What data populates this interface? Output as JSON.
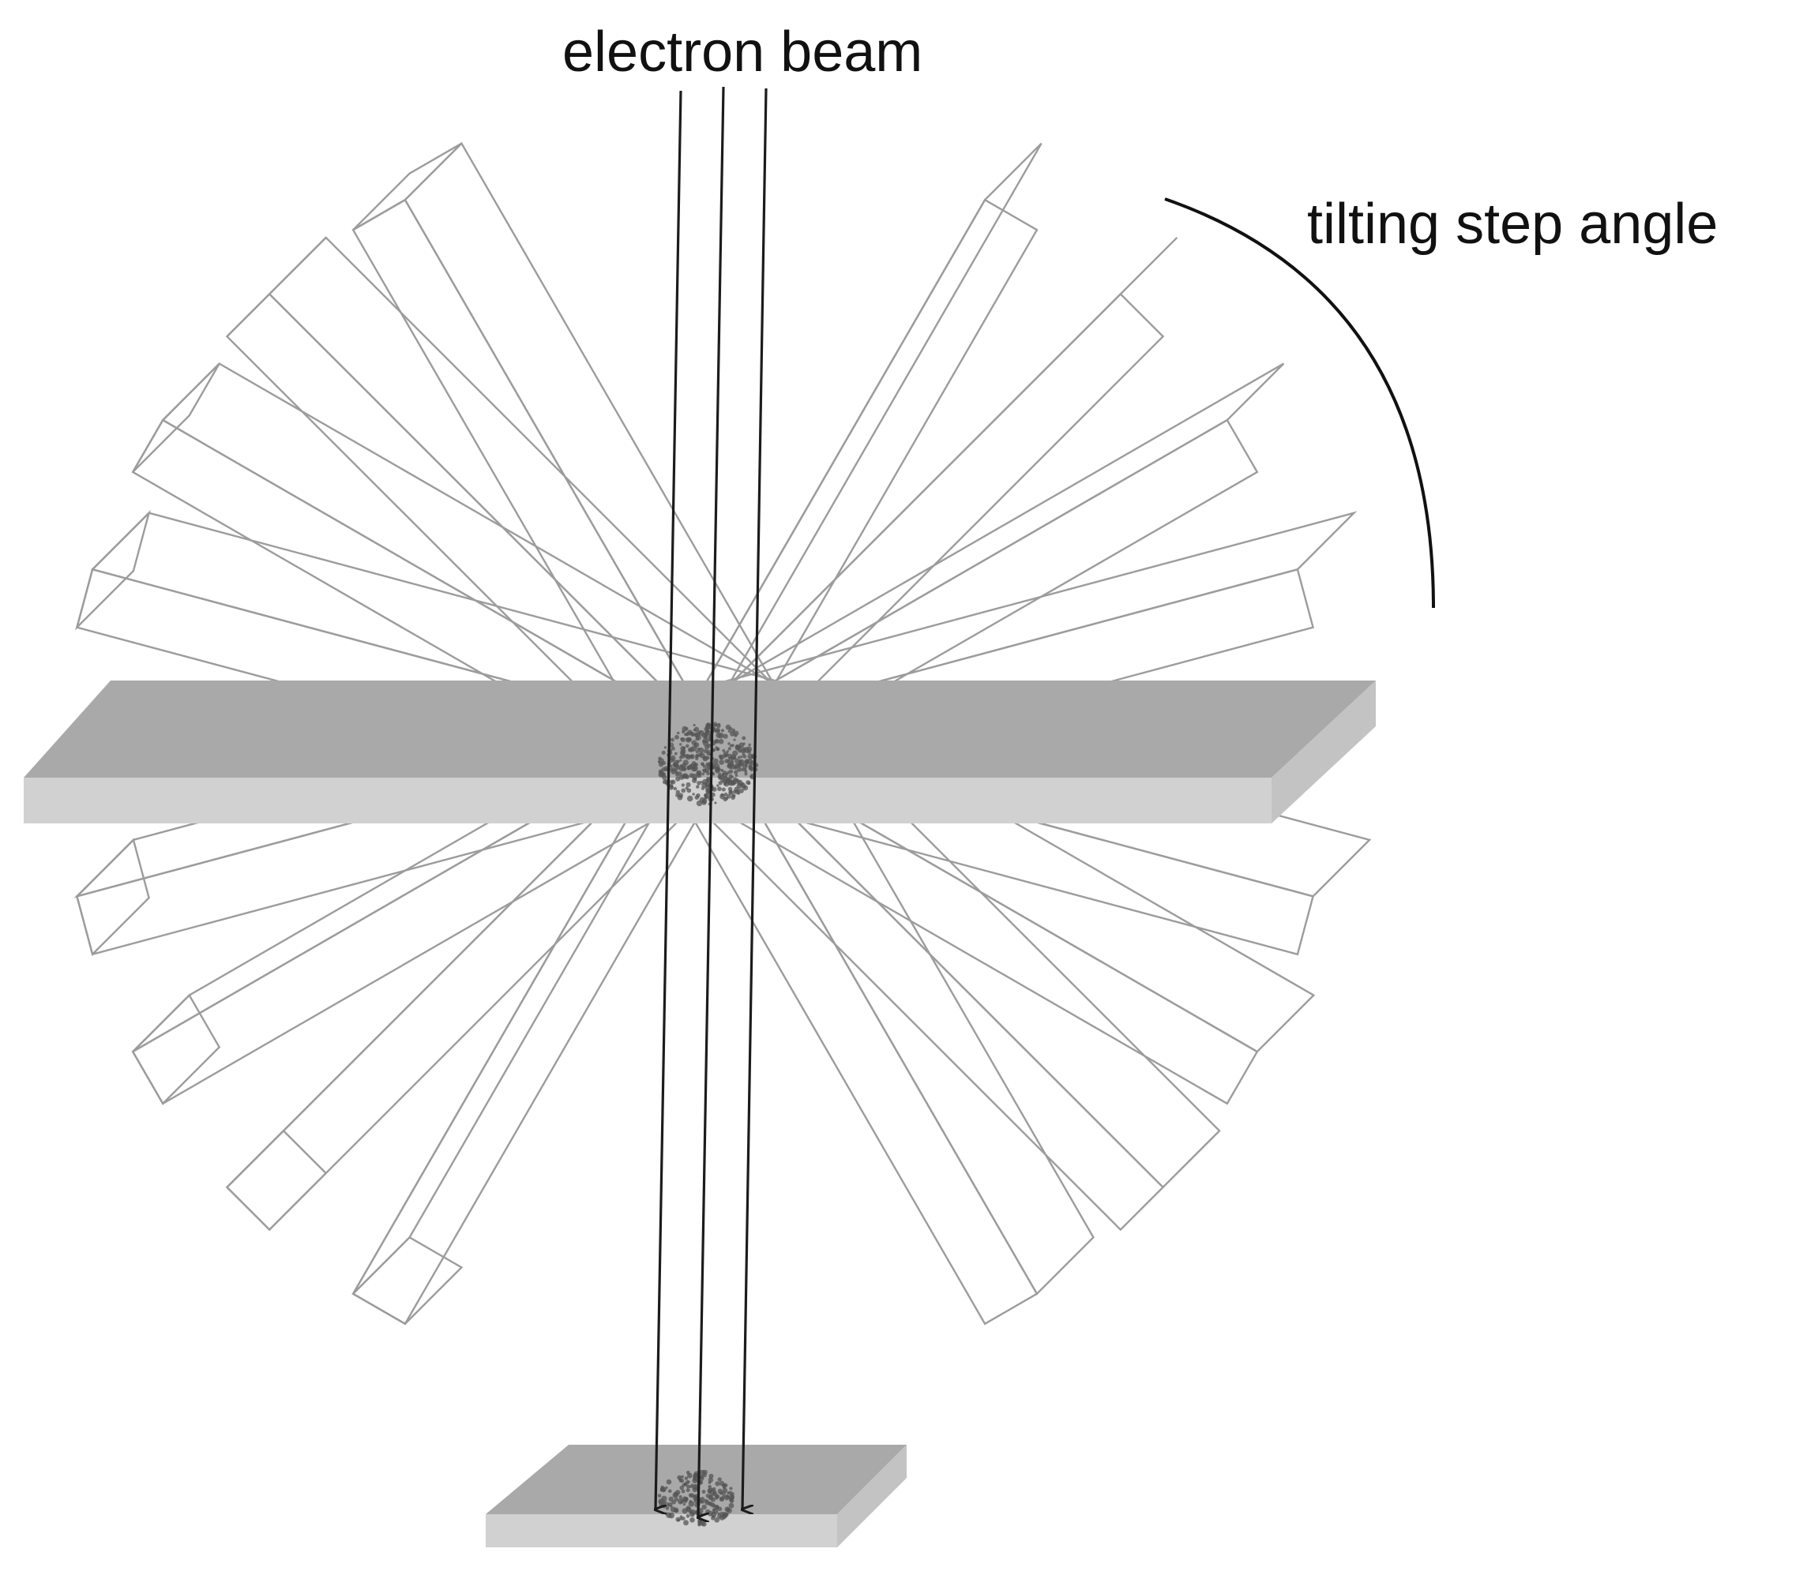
{
  "labels": {
    "beam": "electron beam",
    "tilt": "tilting step angle"
  },
  "tilt_series": {
    "step_count_per_side": 4,
    "shown_angles_deg": [
      -60,
      -45,
      -30,
      -15,
      15,
      30,
      45,
      60
    ]
  },
  "colors": {
    "outline": "#9c9c9c",
    "beam": "#1c1c1c",
    "stage_top": "#a9a9a9",
    "stage_front": "#d1d1d1",
    "stage_side": "#c3c3c3",
    "specimen": "#555555"
  },
  "icons": {
    "specimen": "specimen-blob-icon",
    "detector": "detector-plate-icon"
  }
}
